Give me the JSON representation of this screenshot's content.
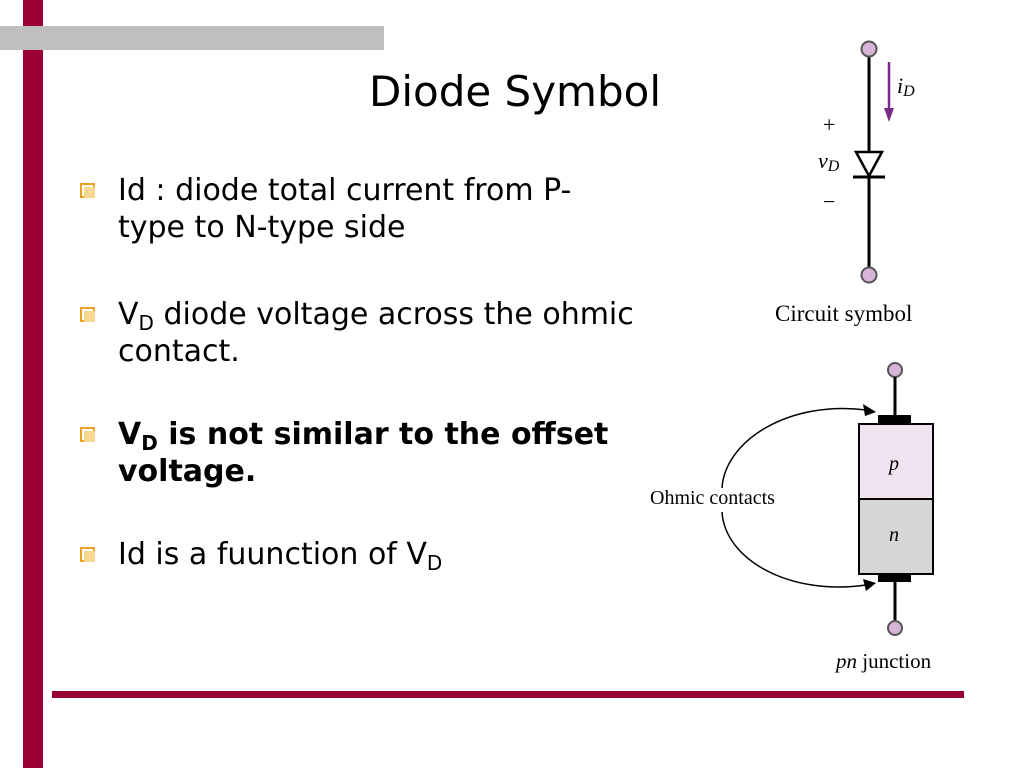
{
  "slide": {
    "title": "Diode Symbol",
    "bullets": [
      {
        "text": " Id : diode total current from P-type to N-type side"
      },
      {
        "pre": "V",
        "sub": "D",
        "post": "  diode voltage across the ohmic contact."
      },
      {
        "pre": " V",
        "sub": "D",
        "post": " is not similar to the offset voltage."
      },
      {
        "pre": "Id is a fuunction of V",
        "sub": "D",
        "post": ""
      }
    ]
  },
  "circuit": {
    "current_label_main": "i",
    "current_label_sub": "D",
    "plus": "+",
    "minus": "−",
    "voltage_label_main": "v",
    "voltage_label_sub": "D",
    "caption": "Circuit symbol"
  },
  "junction": {
    "p_label": "p",
    "n_label": "n",
    "ohmic_label": "Ohmic contacts",
    "caption_italic": "pn",
    "caption_rest": " junction"
  },
  "colors": {
    "accent_bar": "#990033",
    "gray_bar": "#bfbfbf",
    "bullet_border": "#f0a020",
    "arrow_purple": "#7a2a8a",
    "terminal_fill": "#d8b4d8",
    "p_region": "#efe3f0",
    "n_region": "#d6d6d6"
  }
}
